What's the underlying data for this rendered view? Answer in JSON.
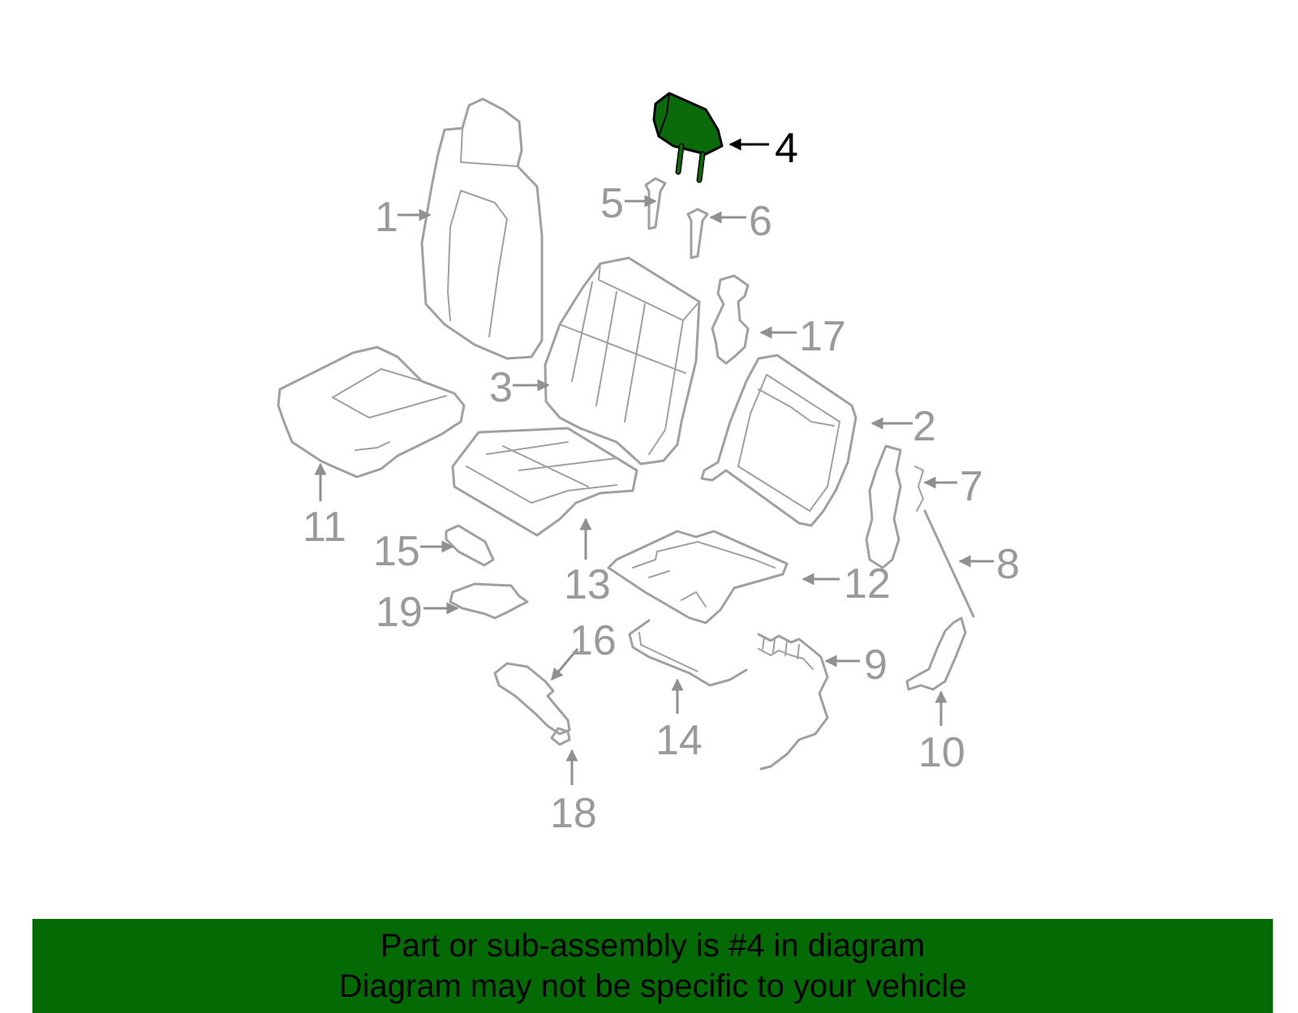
{
  "highlight_color": "#0b6b0b",
  "banner": {
    "background_color": "#046a04",
    "line1": "Part or sub-assembly is #4 in diagram",
    "line2": "Diagram may not be specific to your vehicle"
  },
  "callouts": [
    {
      "id": "1",
      "label": "1",
      "highlighted": false
    },
    {
      "id": "2",
      "label": "2",
      "highlighted": false
    },
    {
      "id": "3",
      "label": "3",
      "highlighted": false
    },
    {
      "id": "4",
      "label": "4",
      "highlighted": true
    },
    {
      "id": "5",
      "label": "5",
      "highlighted": false
    },
    {
      "id": "6",
      "label": "6",
      "highlighted": false
    },
    {
      "id": "7",
      "label": "7",
      "highlighted": false
    },
    {
      "id": "8",
      "label": "8",
      "highlighted": false
    },
    {
      "id": "9",
      "label": "9",
      "highlighted": false
    },
    {
      "id": "10",
      "label": "10",
      "highlighted": false
    },
    {
      "id": "11",
      "label": "11",
      "highlighted": false
    },
    {
      "id": "12",
      "label": "12",
      "highlighted": false
    },
    {
      "id": "13",
      "label": "13",
      "highlighted": false
    },
    {
      "id": "14",
      "label": "14",
      "highlighted": false
    },
    {
      "id": "15",
      "label": "15",
      "highlighted": false
    },
    {
      "id": "16",
      "label": "16",
      "highlighted": false
    },
    {
      "id": "17",
      "label": "17",
      "highlighted": false
    },
    {
      "id": "18",
      "label": "18",
      "highlighted": false
    },
    {
      "id": "19",
      "label": "19",
      "highlighted": false
    }
  ]
}
